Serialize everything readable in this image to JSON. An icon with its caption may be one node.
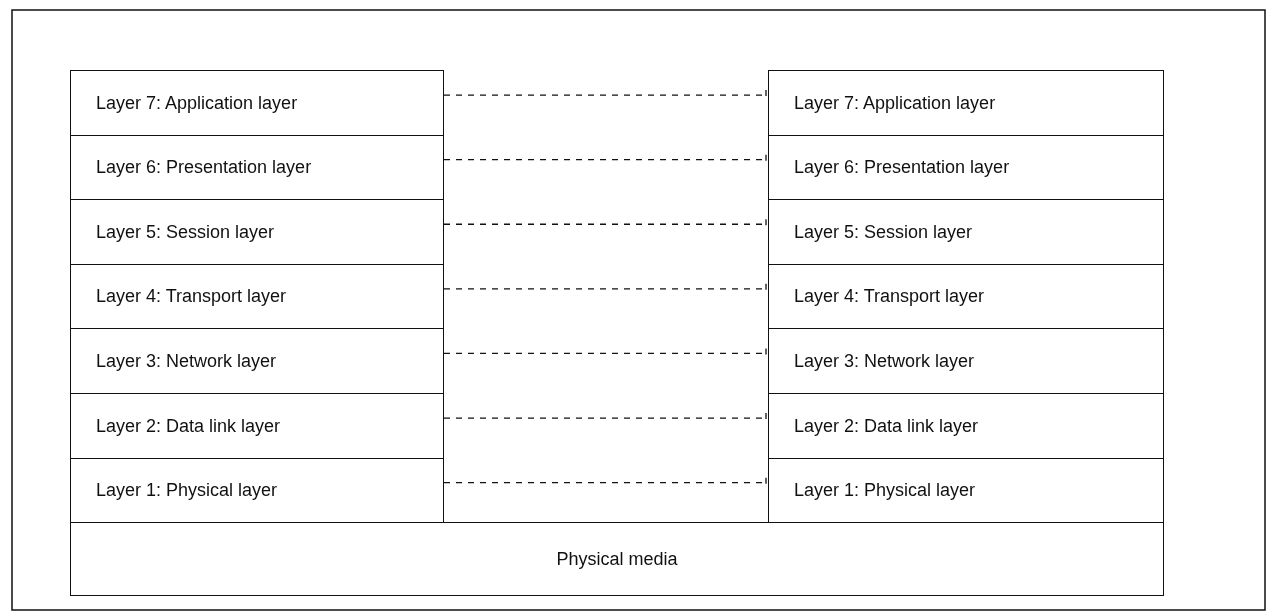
{
  "diagram": {
    "nodes": [
      {
        "text": [
          "Layer 7: Application layer"
        ]
      },
      {
        "text": [
          "Layer 6: Presentation layer"
        ]
      },
      {
        "text": [
          "Layer 5: Session layer"
        ]
      },
      {
        "text": [
          "Layer 4: Transport layer"
        ]
      },
      {
        "text": [
          "Layer 3: Network layer"
        ]
      },
      {
        "text": [
          "Layer 2: Data link layer"
        ]
      },
      {
        "text": [
          "Layer 1: Physical layer"
        ]
      },
      {
        "text": [
          "Layer 7: Application layer"
        ]
      },
      {
        "text": [
          "Layer 6: Presentation layer"
        ]
      },
      {
        "text": [
          "Layer 5: Session layer"
        ]
      },
      {
        "text": [
          "Layer 4: Transport layer"
        ]
      },
      {
        "text": [
          "Layer 3: Network layer"
        ]
      },
      {
        "text": [
          "Layer 2: Data link layer"
        ]
      },
      {
        "text": [
          "Layer 1: Physical layer"
        ]
      },
      {
        "text": [
          "Physical media"
        ]
      }
    ],
    "edges": [
      {
        "from": 0,
        "to": 7,
        "arrow": "none",
        "style": "dashed"
      },
      {
        "from": 1,
        "to": 8,
        "arrow": "none",
        "style": "dashed"
      },
      {
        "from": 2,
        "to": 9,
        "arrow": "none",
        "style": "dashed"
      },
      {
        "from": 3,
        "to": 10,
        "arrow": "none",
        "style": "dashed"
      },
      {
        "from": 4,
        "to": 11,
        "arrow": "none",
        "style": "dashed"
      },
      {
        "from": 5,
        "to": 12,
        "arrow": "none",
        "style": "dashed"
      },
      {
        "from": 6,
        "to": 13,
        "arrow": "none",
        "style": "dashed"
      }
    ]
  }
}
